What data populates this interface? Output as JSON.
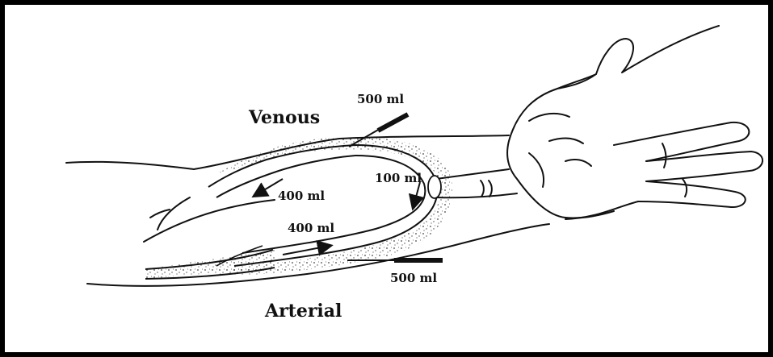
{
  "labels": {
    "venous": "Venous",
    "arterial": "Arterial",
    "venous_needle_volume": "500 ml",
    "arterial_needle_volume": "500 ml",
    "venous_flow": "400 ml",
    "arterial_flow": "400 ml",
    "recirculation": "100 ml"
  },
  "colors": {
    "ink": "#111111",
    "border": "#000000"
  }
}
